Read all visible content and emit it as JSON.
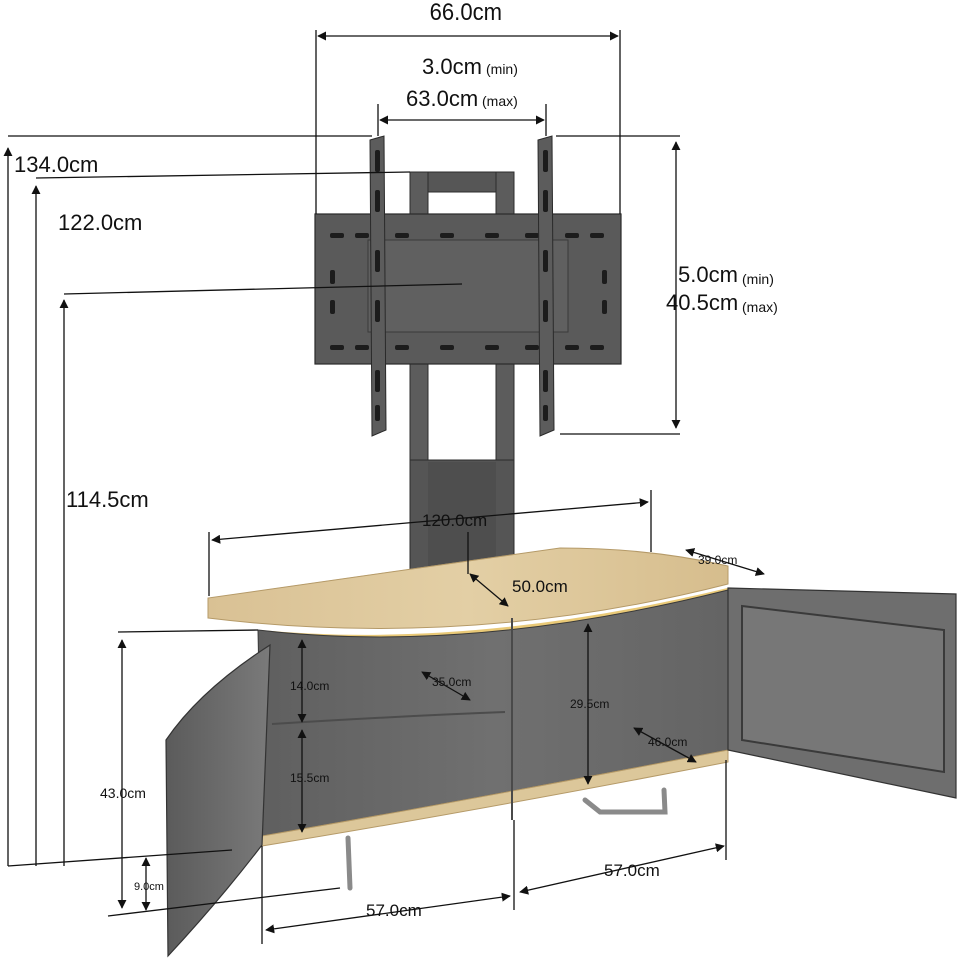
{
  "labels": {
    "width_total": "66.0cm",
    "vesa_h_min": "3.0cm",
    "vesa_h_min_unit": "(min)",
    "vesa_h_max": "63.0cm",
    "vesa_h_max_unit": "(max)",
    "height_total": "134.0cm",
    "height_top_upright": "122.0cm",
    "height_center": "114.5cm",
    "vesa_v_min": "5.0cm",
    "vesa_v_min_unit": "(min)",
    "vesa_v_max": "40.5cm",
    "vesa_v_max_unit": "(max)",
    "cabinet_width": "120.0cm",
    "cabinet_depth_side": "39.0cm",
    "cabinet_depth_center": "50.0cm",
    "shelf_upper": "14.0cm",
    "shelf_lower": "15.5cm",
    "inner_depth": "35.0cm",
    "inner_height": "29.5cm",
    "inner_diag": "46.0cm",
    "cabinet_height": "43.0cm",
    "leg_height": "9.0cm",
    "bay_left": "57.0cm",
    "bay_right": "57.0cm"
  },
  "colors": {
    "bracket": "#5a5a5a",
    "cabinet_body": "#6b6b6b",
    "door_glass": "#4a4a4a",
    "wood": "#dcc79a",
    "wood_edge": "#e9c977",
    "line": "#111111"
  }
}
